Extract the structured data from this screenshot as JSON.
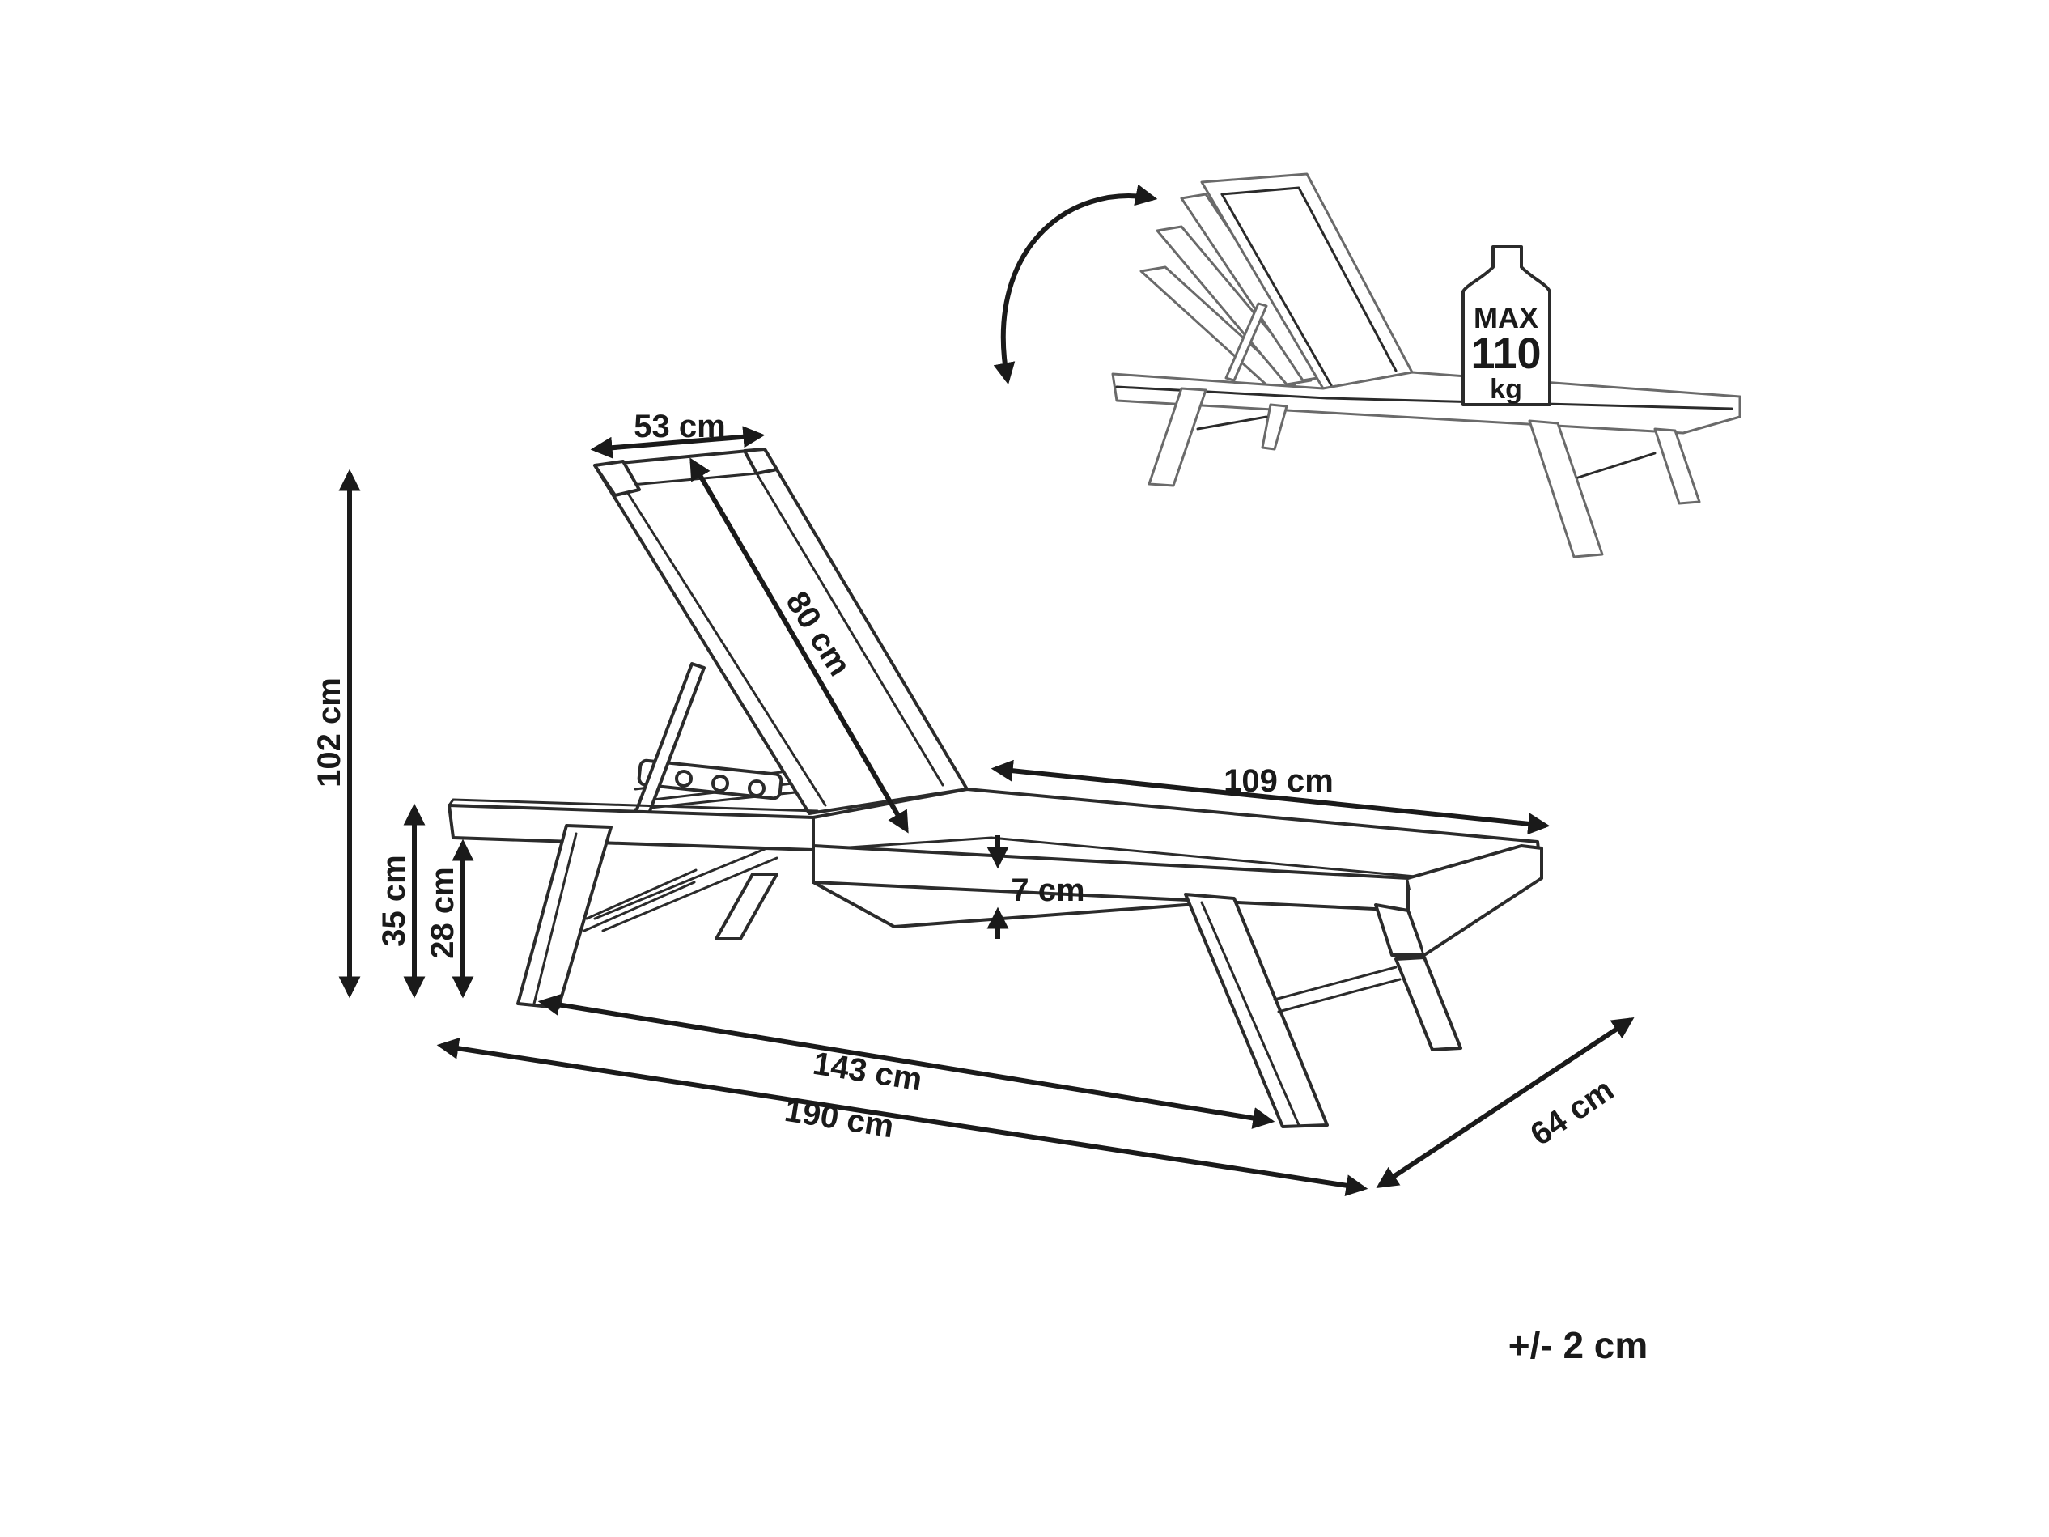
{
  "dimensions": {
    "total_height": "102 cm",
    "seat_height": "35 cm",
    "frame_height": "28 cm",
    "backrest_width": "53 cm",
    "backrest_length": "80 cm",
    "seat_length": "109 cm",
    "cushion_thickness": "7 cm",
    "leg_span": "143 cm",
    "total_length": "190 cm",
    "total_width": "64 cm"
  },
  "weight_limit": {
    "line1": "MAX",
    "line2": "110",
    "line3": "kg"
  },
  "tolerance": "+/- 2 cm",
  "icons": {
    "adjustable_backrest": "rotation-arrow-icon",
    "weight": "weight-icon"
  },
  "colors": {
    "line": "#2b2b2b",
    "background": "#ffffff"
  }
}
